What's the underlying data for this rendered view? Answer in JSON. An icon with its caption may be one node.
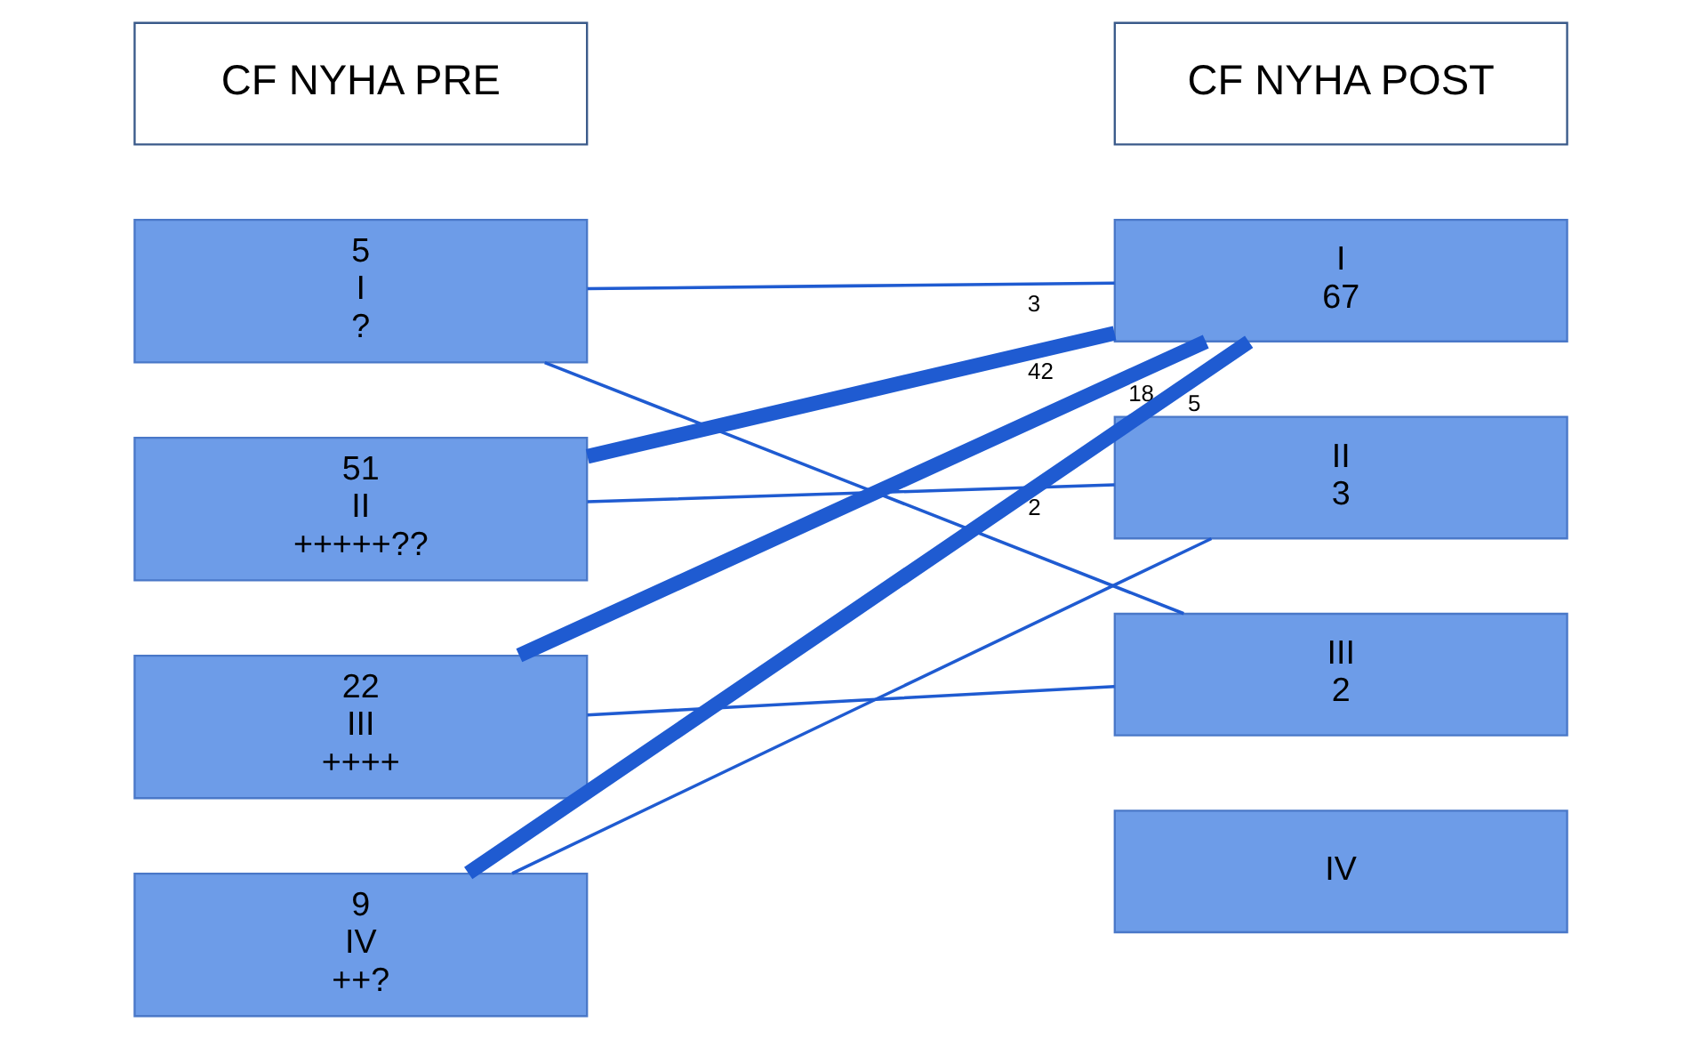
{
  "diagram": {
    "nodes": [
      {
        "text": [
          "CF NYHA PRE"
        ]
      },
      {
        "text": [
          "CF NYHA POST"
        ]
      },
      {
        "text": [
          "5",
          "I",
          "?"
        ]
      },
      {
        "text": [
          "51",
          "II",
          "+++++??"
        ]
      },
      {
        "text": [
          "22",
          "III",
          "++++"
        ]
      },
      {
        "text": [
          "9",
          "IV",
          "++?"
        ]
      },
      {
        "text": [
          "I",
          "67"
        ]
      },
      {
        "text": [
          "II",
          "3"
        ]
      },
      {
        "text": [
          "III",
          "2"
        ]
      },
      {
        "text": [
          "IV"
        ]
      }
    ],
    "edges": [
      {
        "from": 2,
        "to": 6,
        "arrow": "none",
        "label": "3"
      },
      {
        "from": 2,
        "to": 8,
        "arrow": "none"
      },
      {
        "from": 3,
        "to": 6,
        "arrow": "none",
        "label": "42",
        "style": "thick"
      },
      {
        "from": 3,
        "to": 7,
        "arrow": "none",
        "label": "2"
      },
      {
        "from": 4,
        "to": 6,
        "arrow": "none",
        "label": "18",
        "style": "thick"
      },
      {
        "from": 4,
        "to": 8,
        "arrow": "none"
      },
      {
        "from": 5,
        "to": 6,
        "arrow": "none",
        "label": "5",
        "style": "thick"
      },
      {
        "from": 5,
        "to": 7,
        "arrow": "none"
      }
    ]
  }
}
